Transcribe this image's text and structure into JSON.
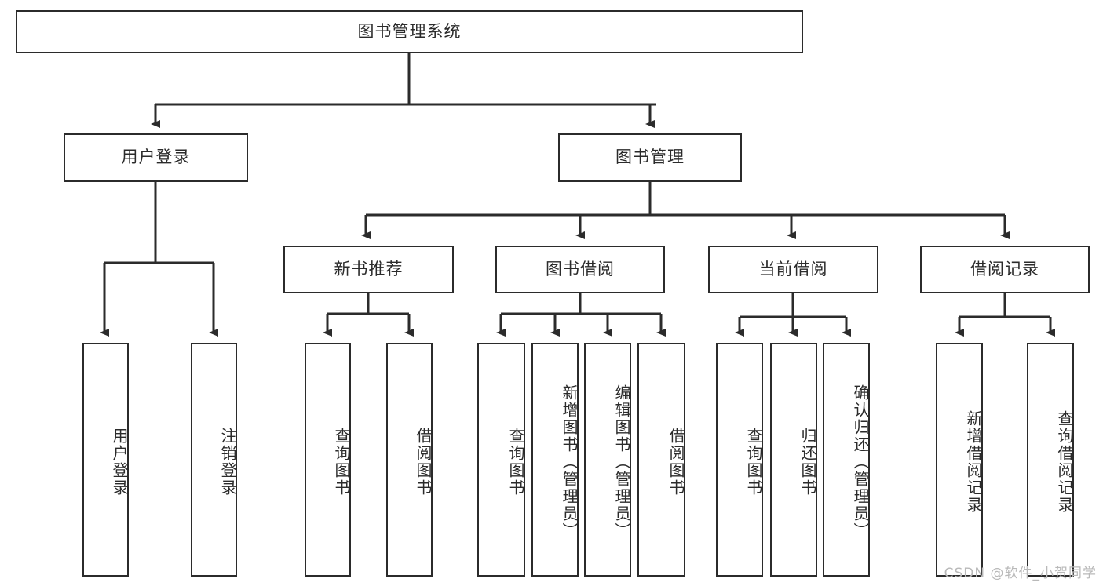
{
  "diagram": {
    "title": "图书管理系统",
    "type": "tree",
    "watermark": "CSDN @软件_小贺同学",
    "colors": {
      "box_border": "#2b2b2b",
      "box_fill": "#ffffff",
      "connector": "#2b2b2b",
      "text": "#2b2b2b",
      "watermark": "#b9b9b9",
      "background": "#ffffff"
    },
    "levels": {
      "root": {
        "label": "图书管理系统"
      },
      "level2": [
        {
          "id": "user-login",
          "label": "用户登录"
        },
        {
          "id": "book-manage",
          "label": "图书管理"
        }
      ],
      "level3": [
        {
          "id": "new-book-recommend",
          "label": "新书推荐",
          "parent": "book-manage"
        },
        {
          "id": "book-borrow",
          "label": "图书借阅",
          "parent": "book-manage"
        },
        {
          "id": "current-borrow",
          "label": "当前借阅",
          "parent": "book-manage"
        },
        {
          "id": "borrow-record",
          "label": "借阅记录",
          "parent": "book-manage"
        }
      ],
      "leaves": [
        {
          "id": "leaf-user-login",
          "label": "用户登录",
          "parent": "user-login"
        },
        {
          "id": "leaf-user-logout",
          "label": "注销登录",
          "parent": "user-login"
        },
        {
          "id": "leaf-query-book-1",
          "label": "查询图书",
          "parent": "new-book-recommend"
        },
        {
          "id": "leaf-borrow-book-1",
          "label": "借阅图书",
          "parent": "new-book-recommend"
        },
        {
          "id": "leaf-query-book-2",
          "label": "查询图书",
          "parent": "book-borrow"
        },
        {
          "id": "leaf-add-book",
          "label": "新增图书（管理员）",
          "parent": "book-borrow"
        },
        {
          "id": "leaf-edit-book",
          "label": "编辑图书（管理员）",
          "parent": "book-borrow"
        },
        {
          "id": "leaf-borrow-book-2",
          "label": "借阅图书",
          "parent": "book-borrow"
        },
        {
          "id": "leaf-query-book-3",
          "label": "查询图书",
          "parent": "current-borrow"
        },
        {
          "id": "leaf-return-book",
          "label": "归还图书",
          "parent": "current-borrow"
        },
        {
          "id": "leaf-confirm-return",
          "label": "确认归还（管理员）",
          "parent": "current-borrow"
        },
        {
          "id": "leaf-add-record",
          "label": "新增借阅记录",
          "parent": "borrow-record"
        },
        {
          "id": "leaf-query-record",
          "label": "查询借阅记录",
          "parent": "borrow-record"
        }
      ]
    }
  }
}
